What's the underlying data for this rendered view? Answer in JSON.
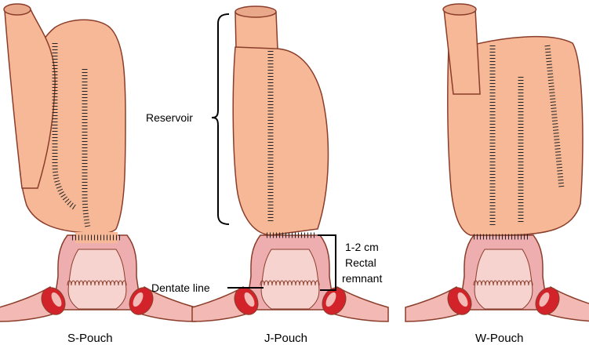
{
  "labels": {
    "reservoir": "Reservoir",
    "cuff_length": "1-2 cm",
    "rectal": "Rectal",
    "remnant": "remnant",
    "dentate_line": "Dentate line"
  },
  "captions": {
    "s_pouch": "S-Pouch",
    "j_pouch": "J-Pouch",
    "w_pouch": "W-Pouch"
  },
  "colors": {
    "bowel_fill": "#f6b896",
    "bowel_stroke": "#8a3d2a",
    "lumen": "#e9a88a",
    "anal_canal_fill": "#eeaeb0",
    "anal_lining": "#f7d3cf",
    "sphincter_red": "#d2232a",
    "sphincter_pink": "#f3b9b4",
    "staple": "#222222",
    "line": "#000000"
  }
}
